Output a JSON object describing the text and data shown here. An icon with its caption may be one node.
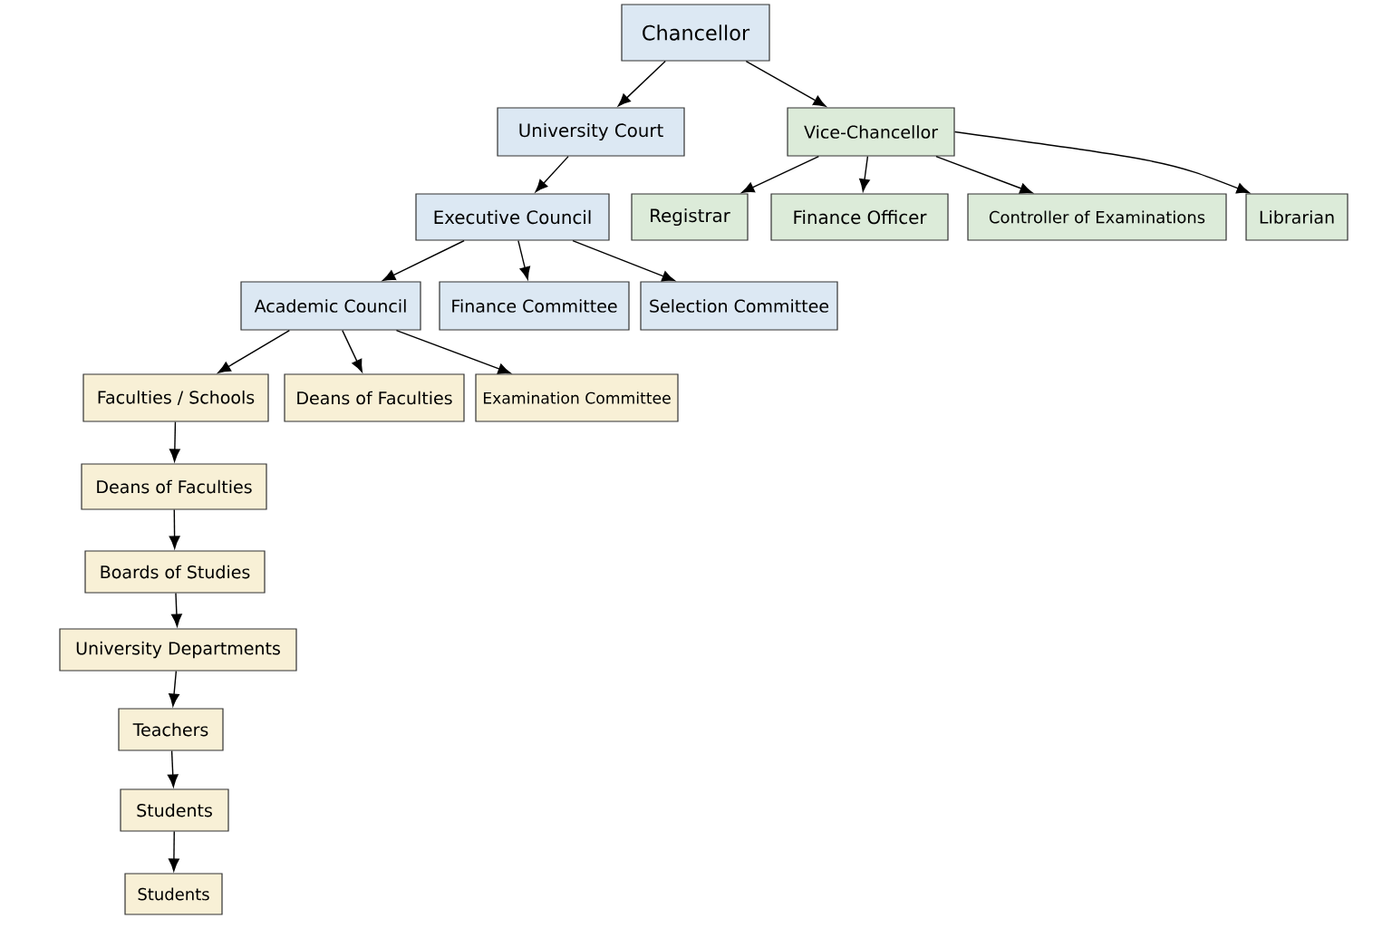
{
  "diagram": {
    "nodes": [
      {
        "text": [
          "Chancellor"
        ]
      },
      {
        "text": [
          "University Court"
        ]
      },
      {
        "text": [
          "Vice-Chancellor"
        ]
      },
      {
        "text": [
          "Executive Council"
        ]
      },
      {
        "text": [
          "Registrar"
        ]
      },
      {
        "text": [
          "Finance Officer"
        ]
      },
      {
        "text": [
          "Controller of Examinations"
        ]
      },
      {
        "text": [
          "Librarian"
        ]
      },
      {
        "text": [
          "Academic Council"
        ]
      },
      {
        "text": [
          "Finance Committee"
        ]
      },
      {
        "text": [
          "Selection Committee"
        ]
      },
      {
        "text": [
          "Faculties / Schools"
        ]
      },
      {
        "text": [
          "Deans of Faculties"
        ]
      },
      {
        "text": [
          "Examination Committee"
        ]
      },
      {
        "text": [
          "Deans of Faculties"
        ]
      },
      {
        "text": [
          "Boards of Studies"
        ]
      },
      {
        "text": [
          "University Departments"
        ]
      },
      {
        "text": [
          "Teachers"
        ]
      },
      {
        "text": [
          "Students"
        ]
      },
      {
        "text": [
          "Students"
        ]
      }
    ],
    "edges": [
      {
        "from": 0,
        "to": 1,
        "arrow": "to"
      },
      {
        "from": 0,
        "to": 2,
        "arrow": "to"
      },
      {
        "from": 1,
        "to": 3,
        "arrow": "to"
      },
      {
        "from": 2,
        "to": 4,
        "arrow": "to"
      },
      {
        "from": 2,
        "to": 5,
        "arrow": "to"
      },
      {
        "from": 2,
        "to": 6,
        "arrow": "to"
      },
      {
        "from": 2,
        "to": 7,
        "arrow": "to"
      },
      {
        "from": 3,
        "to": 8,
        "arrow": "to"
      },
      {
        "from": 3,
        "to": 9,
        "arrow": "to"
      },
      {
        "from": 3,
        "to": 10,
        "arrow": "to"
      },
      {
        "from": 8,
        "to": 11,
        "arrow": "to"
      },
      {
        "from": 8,
        "to": 12,
        "arrow": "to"
      },
      {
        "from": 8,
        "to": 13,
        "arrow": "to"
      },
      {
        "from": 11,
        "to": 14,
        "arrow": "to"
      },
      {
        "from": 14,
        "to": 15,
        "arrow": "to"
      },
      {
        "from": 15,
        "to": 16,
        "arrow": "to"
      },
      {
        "from": 16,
        "to": 17,
        "arrow": "to"
      },
      {
        "from": 17,
        "to": 18,
        "arrow": "to"
      },
      {
        "from": 18,
        "to": 19,
        "arrow": "to"
      }
    ]
  }
}
